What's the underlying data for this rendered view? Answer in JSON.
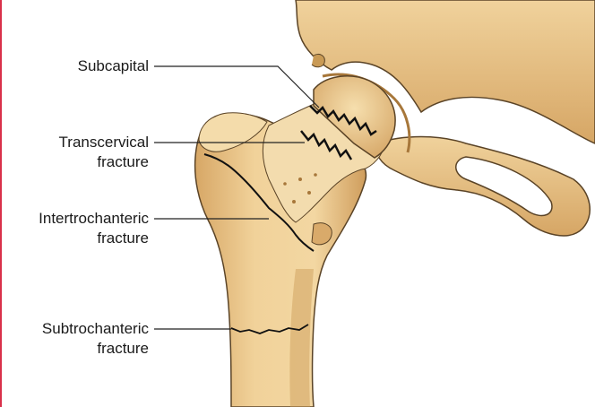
{
  "labels": {
    "subcapital": {
      "line1": "Subcapital"
    },
    "transcervical": {
      "line1": "Transcervical",
      "line2": "fracture"
    },
    "intertrochanteric": {
      "line1": "Intertrochanteric",
      "line2": "fracture"
    },
    "subtrochanteric": {
      "line1": "Subtrochanteric",
      "line2": "fracture"
    }
  },
  "colors": {
    "edge_bar": "#d9304a",
    "bone_fill": "#edc98a",
    "bone_shade": "#c99a55",
    "bone_dark": "#a7773a",
    "outline": "#5a4326",
    "fracture_line": "#111111",
    "leader_line": "#222222"
  }
}
